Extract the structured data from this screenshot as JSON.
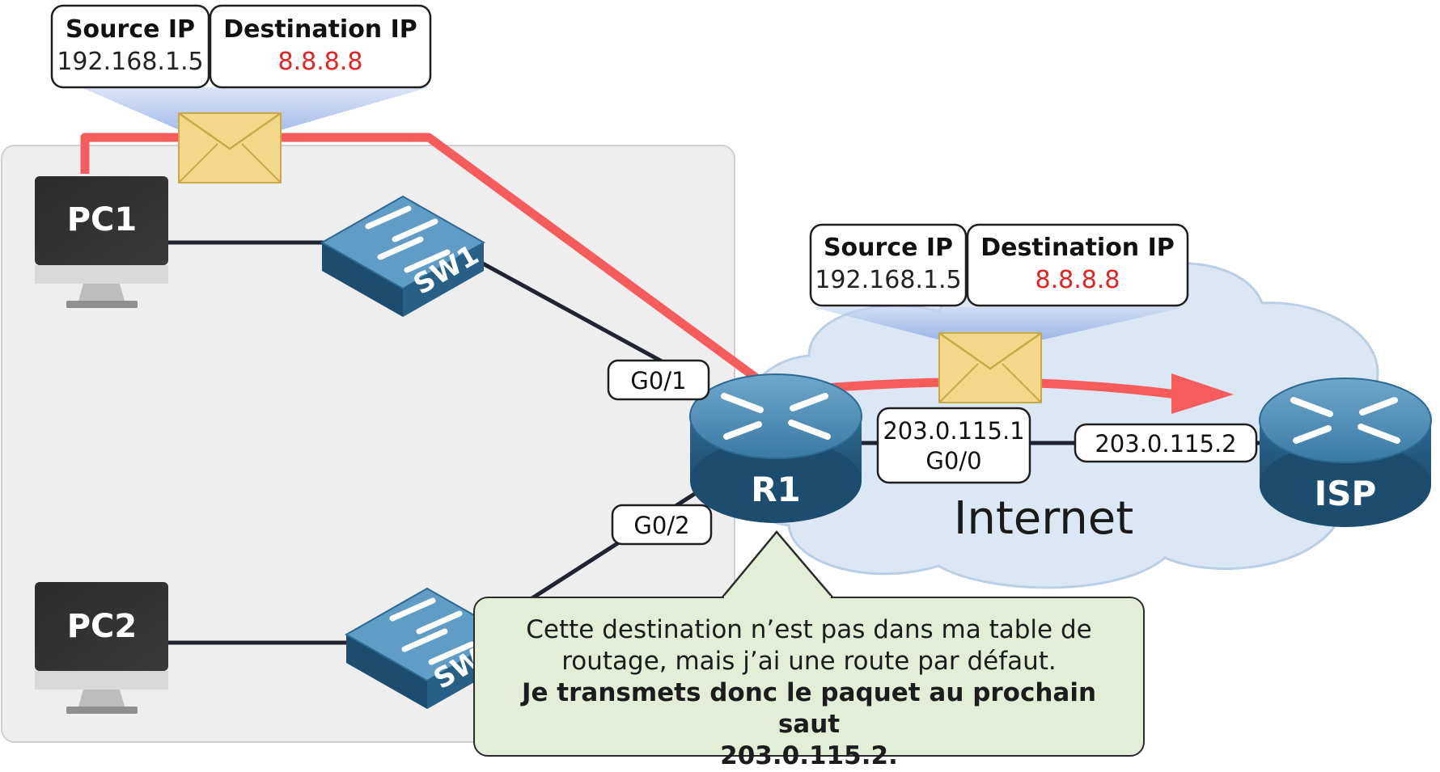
{
  "colors": {
    "path": "#f75c5c",
    "lan_bg": "#eeeeee",
    "cloud": "#dbe7f4",
    "cloud_edge": "#b9cfe6",
    "device": "#2f6f98",
    "switch": "#2f6f98",
    "dest_ip": "#e32222",
    "callout_bg": "#e2efd6",
    "envelope": "#f4d889"
  },
  "packet_pc1": {
    "source_title": "Source IP",
    "source_value": "192.168.1.5",
    "dest_title": "Destination IP",
    "dest_value": "8.8.8.8"
  },
  "packet_r1": {
    "source_title": "Source IP",
    "source_value": "192.168.1.5",
    "dest_title": "Destination IP",
    "dest_value": "8.8.8.8"
  },
  "devices": {
    "pc1": "PC1",
    "pc2": "PC2",
    "sw1": "SW1",
    "sw2": "SW2",
    "r1": "R1",
    "isp": "ISP"
  },
  "interfaces": {
    "g0_1": "G0/1",
    "g0_2": "G0/2",
    "r1_wan_ip": "203.0.115.1",
    "r1_wan_if": "G0/0",
    "isp_ip": "203.0.115.2"
  },
  "cloud_label": "Internet",
  "callout": {
    "line1": "Cette destination n’est pas dans ma table de",
    "line2": "routage, mais j’ai une route par défaut.",
    "line3": "Je transmets donc le paquet au prochain saut",
    "line4": "203.0.115.2."
  }
}
